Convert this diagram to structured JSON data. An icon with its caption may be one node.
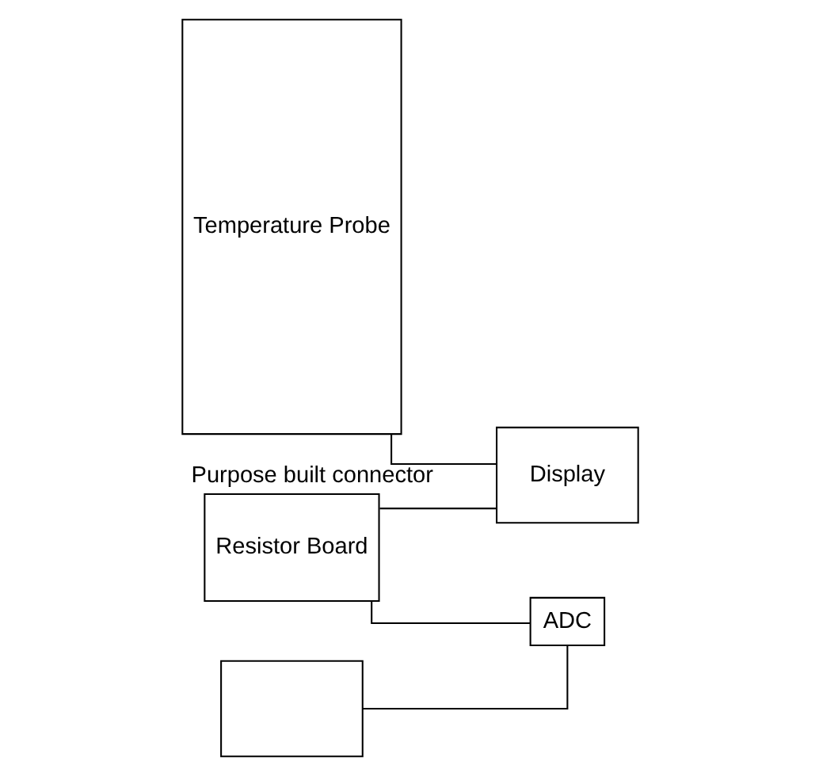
{
  "diagram": {
    "nodes": [
      {
        "text": [
          "Temperature Probe"
        ]
      },
      {
        "text": [
          "Display"
        ]
      },
      {
        "text": [],
        "shape": "box"
      },
      {
        "text": [
          "Resistor Board"
        ]
      },
      {
        "text": [
          "ADC"
        ]
      }
    ],
    "edges": [
      {
        "from": 0,
        "to": 1,
        "arrow": "none",
        "label": "Purpose built connector"
      },
      {
        "from": 3,
        "to": 1,
        "arrow": "none"
      },
      {
        "from": 2,
        "to": 4,
        "arrow": "none"
      },
      {
        "from": 3,
        "to": 4,
        "arrow": "none"
      }
    ]
  }
}
